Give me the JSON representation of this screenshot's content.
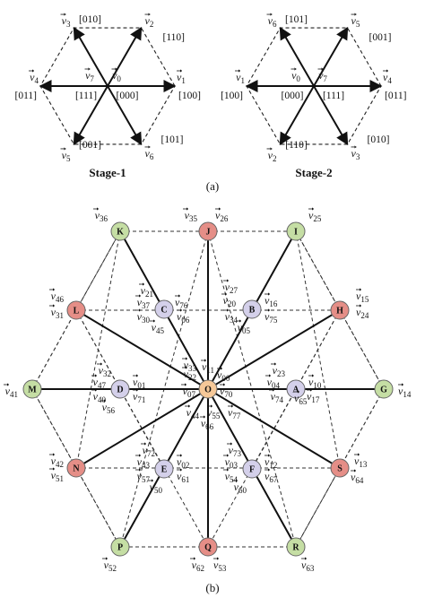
{
  "captions": {
    "a": "(a)",
    "b": "(b)"
  },
  "stage1": {
    "title": "Stage-1",
    "center_labels": [
      "v7",
      "[111]",
      "v0",
      "[000]"
    ],
    "vectors": [
      {
        "id": "v1",
        "code": "[100]",
        "angle": 0
      },
      {
        "id": "v2",
        "code": "[110]",
        "angle": 60
      },
      {
        "id": "v3",
        "code": "[010]",
        "angle": 120
      },
      {
        "id": "v4",
        "code": "[011]",
        "angle": 180
      },
      {
        "id": "v5",
        "code": "[001]",
        "angle": 240
      },
      {
        "id": "v6",
        "code": "[101]",
        "angle": 300
      }
    ]
  },
  "stage2": {
    "title": "Stage-2",
    "center_labels": [
      "v0",
      "[000]",
      "v7",
      "[111]"
    ],
    "vectors": [
      {
        "id": "v4",
        "code": "[011]",
        "angle": 0
      },
      {
        "id": "v5",
        "code": "[001]",
        "angle": 60
      },
      {
        "id": "v6",
        "code": "[101]",
        "angle": 120
      },
      {
        "id": "v1",
        "code": "[100]",
        "angle": 180
      },
      {
        "id": "v2",
        "code": "[110]",
        "angle": 240
      },
      {
        "id": "v3",
        "code": "[010]",
        "angle": 300
      }
    ]
  },
  "colors": {
    "green": "#c5dea4",
    "red": "#e58e87",
    "purple": "#d4d0ea",
    "orange": "#f6c898"
  },
  "nodes": [
    {
      "id": "O",
      "color": "orange",
      "labels": [
        "v11",
        "v00",
        "v22",
        "v33",
        "v44",
        "v55",
        "v66",
        "v77",
        "v07",
        "v70"
      ]
    },
    {
      "id": "A",
      "color": "purple",
      "labels": [
        "v23",
        "v04",
        "v10",
        "v74",
        "v65",
        "v17"
      ]
    },
    {
      "id": "B",
      "color": "purple",
      "labels": [
        "v27",
        "v20",
        "v16",
        "v34",
        "v75",
        "v05"
      ]
    },
    {
      "id": "C",
      "color": "purple",
      "labels": [
        "v21",
        "v37",
        "v76",
        "v30",
        "v06",
        "v45"
      ]
    },
    {
      "id": "D",
      "color": "purple",
      "labels": [
        "v32",
        "v47",
        "v01",
        "v40",
        "v71",
        "v56"
      ]
    },
    {
      "id": "E",
      "color": "purple",
      "labels": [
        "v72",
        "v43",
        "v02",
        "v57",
        "v61",
        "v50"
      ]
    },
    {
      "id": "F",
      "color": "purple",
      "labels": [
        "v73",
        "v03",
        "v12",
        "v54",
        "v67",
        "v60"
      ]
    },
    {
      "id": "G",
      "color": "green",
      "labels": [
        "v14"
      ]
    },
    {
      "id": "H",
      "color": "red",
      "labels": [
        "v15",
        "v24"
      ]
    },
    {
      "id": "I",
      "color": "green",
      "labels": [
        "v25"
      ]
    },
    {
      "id": "J",
      "color": "red",
      "labels": [
        "v35",
        "v26"
      ]
    },
    {
      "id": "K",
      "color": "green",
      "labels": [
        "v36"
      ]
    },
    {
      "id": "L",
      "color": "red",
      "labels": [
        "v46",
        "v31"
      ]
    },
    {
      "id": "M",
      "color": "green",
      "labels": [
        "v41"
      ]
    },
    {
      "id": "N",
      "color": "red",
      "labels": [
        "v42",
        "v51"
      ]
    },
    {
      "id": "P",
      "color": "green",
      "labels": [
        "v52"
      ]
    },
    {
      "id": "Q",
      "color": "red",
      "labels": [
        "v62",
        "v53"
      ]
    },
    {
      "id": "R",
      "color": "green",
      "labels": [
        "v63"
      ]
    },
    {
      "id": "S",
      "color": "red",
      "labels": [
        "v13",
        "v64"
      ]
    }
  ]
}
